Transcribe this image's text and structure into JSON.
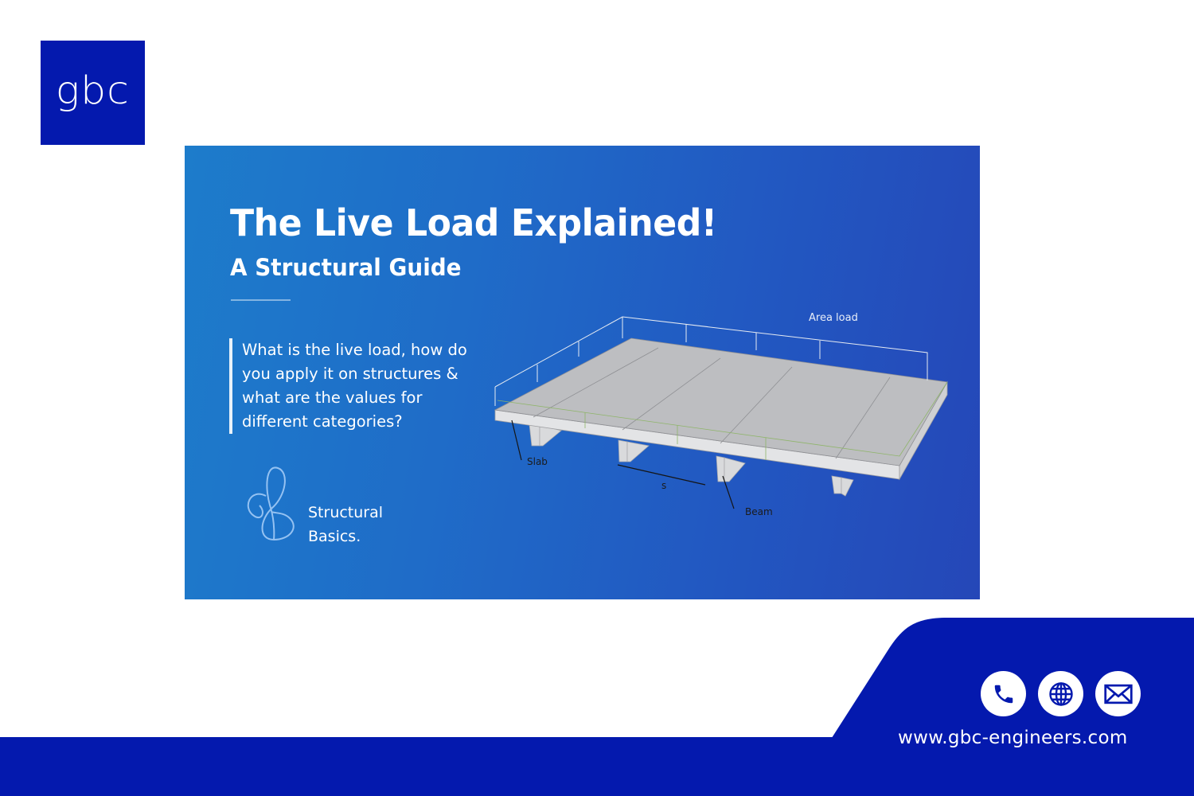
{
  "logo": {
    "text": "gbc",
    "color": "#0419ae"
  },
  "banner": {
    "title": "The Live Load Explained!",
    "subtitle": "A Structural Guide",
    "question_lines": [
      "What is the live load, how do",
      "you apply it on structures &",
      "what are the values for",
      "different categories?"
    ],
    "brand": {
      "line1": "Structural",
      "line2": "Basics."
    },
    "diagram": {
      "labels": {
        "area_load": "Area load",
        "slab": "Slab",
        "spacing": "s",
        "beam": "Beam"
      }
    },
    "colors": {
      "gradient_start": "#1d7ccb",
      "gradient_end": "#2547b8"
    }
  },
  "contact": {
    "icons": [
      "phone-icon",
      "globe-icon",
      "mail-icon"
    ],
    "website": "www.gbc-engineers.com"
  },
  "colors": {
    "brand_blue": "#0419ae",
    "background": "#ffffff"
  }
}
